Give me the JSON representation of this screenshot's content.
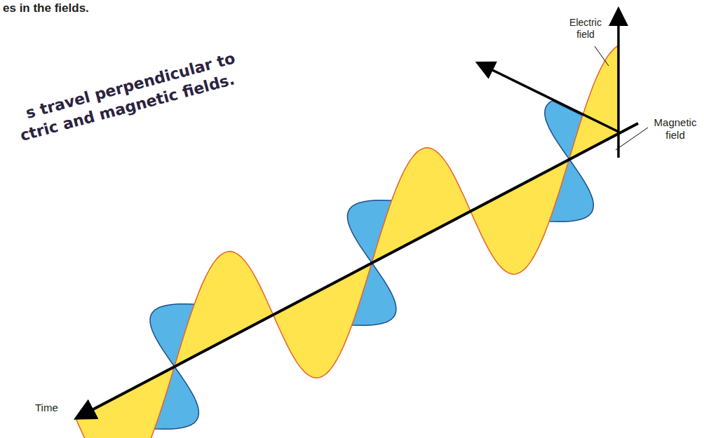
{
  "diagram": {
    "labels": [
      "es in the fields.",
      "s travel perpendicular to",
      "ctric and magnetic fields.",
      "Electric field",
      "Magnetic field",
      "Time"
    ]
  }
}
